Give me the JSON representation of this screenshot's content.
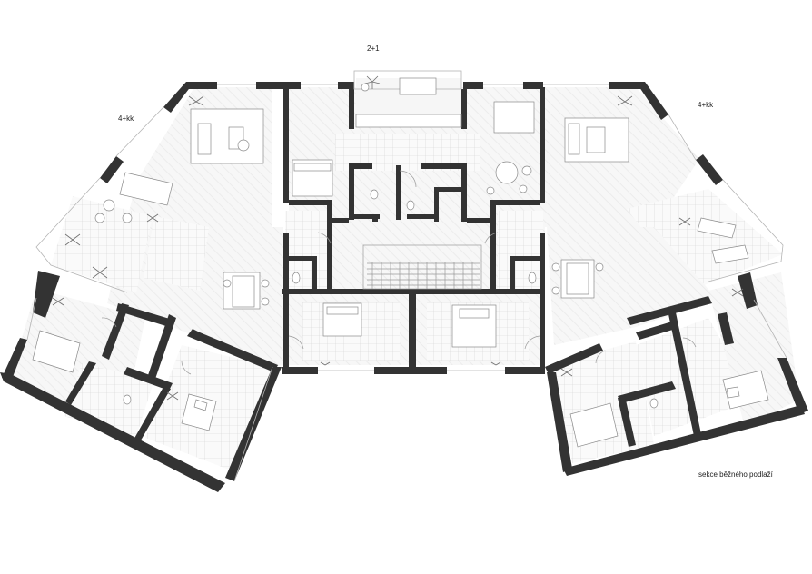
{
  "labels": {
    "center_unit": "2+1",
    "left_unit": "4+kk",
    "right_unit": "4+kk",
    "caption": "sekce běžného podlaží"
  },
  "colors": {
    "wall": "#333333",
    "floor": "#f6f6f6",
    "line": "#9a9a9a",
    "background": "#ffffff"
  }
}
